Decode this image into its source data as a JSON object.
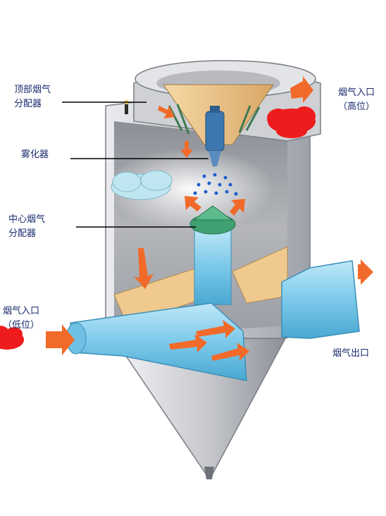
{
  "labels": {
    "top_distributor": [
      "顶部烟气",
      "分配器"
    ],
    "atomizer": "雾化器",
    "center_distributor": [
      "中心烟气",
      "分配器"
    ],
    "inlet_low": [
      "烟气入口",
      "（低位）"
    ],
    "inlet_high": [
      "烟气入口",
      "（高位）"
    ],
    "outlet": "烟气出口"
  },
  "colors": {
    "label_text": "#1a2a6c",
    "shell": "#d4d6da",
    "duct": "#8fd3ee",
    "arrow": "#f26a2a",
    "smoke": "#ee1c1c",
    "cone": "#efc98d",
    "distributor": "#3fa071",
    "spray_dots": "#1f5fd0"
  }
}
